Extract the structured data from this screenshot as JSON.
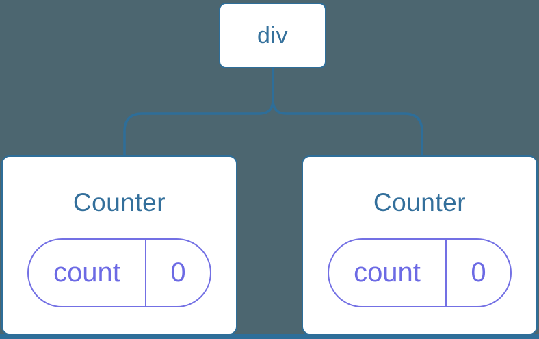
{
  "tree": {
    "root": {
      "label": "div"
    },
    "children": [
      {
        "title": "Counter",
        "state": {
          "key": "count",
          "value": "0"
        }
      },
      {
        "title": "Counter",
        "state": {
          "key": "count",
          "value": "0"
        }
      }
    ]
  },
  "colors": {
    "background": "#4C6670",
    "card_background": "#FFFFFF",
    "node_border": "#2E6E99",
    "connector": "#2E6E99",
    "node_label_text": "#35719C",
    "card_title_text": "#336F9B",
    "pill_border": "#7370E4",
    "pill_text": "#6C6AE4",
    "bottom_bar": "#2E6E99"
  }
}
